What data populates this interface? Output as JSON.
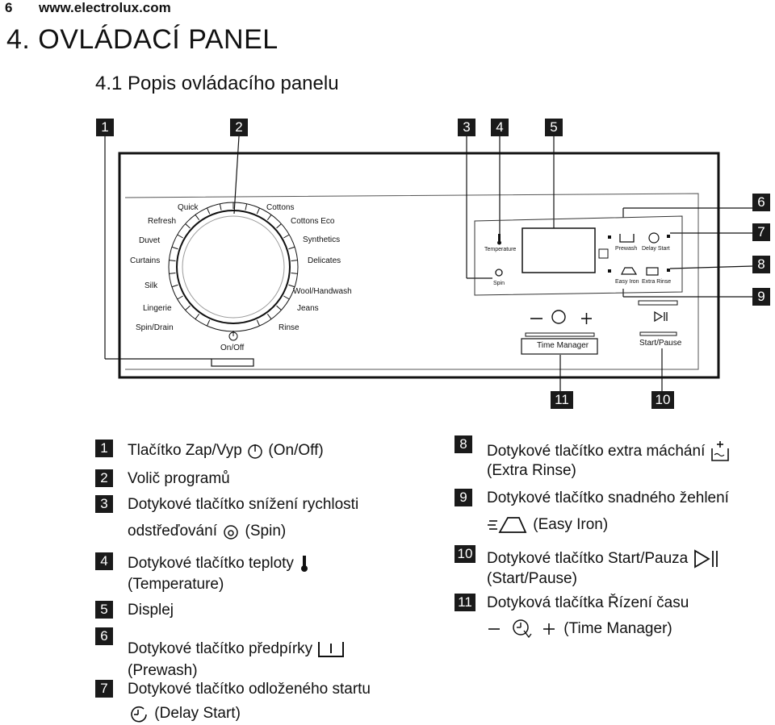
{
  "header": {
    "page_number": "6",
    "url": "www.electrolux.com"
  },
  "section_title": "4. OVLÁDACÍ PANEL",
  "subsection_title": "4.1 Popis ovládacího panelu",
  "callouts": [
    "1",
    "2",
    "3",
    "4",
    "5",
    "6",
    "7",
    "8",
    "9",
    "10",
    "11"
  ],
  "dial_programs": {
    "quick": "Quick",
    "refresh": "Refresh",
    "duvet": "Duvet",
    "curtains": "Curtains",
    "silk": "Silk",
    "lingerie": "Lingerie",
    "spin_drain": "Spin/Drain",
    "cottons": "Cottons",
    "cottons_eco": "Cottons Eco",
    "synthetics": "Synthetics",
    "delicates": "Delicates",
    "wool": "Wool/Handwash",
    "jeans": "Jeans",
    "rinse": "Rinse",
    "on_off": "On/Off"
  },
  "panel_buttons": {
    "temperature": "Temperature",
    "spin": "Spin",
    "prewash": "Prewash",
    "delay_start": "Delay Start",
    "easy_iron": "Easy Iron",
    "extra_rinse": "Extra Rinse",
    "time_manager": "Time Manager",
    "start_pause": "Start/Pause"
  },
  "legend": {
    "item1": {
      "num": "1",
      "text_a": "Tlačítko Zap/Vyp",
      "text_b": "(On/Off)"
    },
    "item2": {
      "num": "2",
      "text": "Volič programů"
    },
    "item3": {
      "num": "3",
      "line1": "Dotykové tlačítko snížení rychlosti",
      "line2a": "odstřeďování",
      "line2b": "(Spin)"
    },
    "item4": {
      "num": "4",
      "line1": "Dotykové tlačítko teploty",
      "line2": "(Temperature)"
    },
    "item5": {
      "num": "5",
      "text": "Displej"
    },
    "item6": {
      "num": "6",
      "line1": "Dotykové tlačítko předpírky",
      "line2": "(Prewash)"
    },
    "item7": {
      "num": "7",
      "line1": "Dotykové tlačítko odloženého startu",
      "line2": "(Delay Start)"
    },
    "item8": {
      "num": "8",
      "line1": "Dotykové tlačítko extra máchání",
      "line2": "(Extra Rinse)"
    },
    "item9": {
      "num": "9",
      "line1": "Dotykové tlačítko snadného žehlení",
      "line2": "(Easy Iron)"
    },
    "item10": {
      "num": "10",
      "line1": "Dotykové tlačítko Start/Pauza",
      "line2": "(Start/Pause)"
    },
    "item11": {
      "num": "11",
      "line1": "Dotyková tlačítka Řízení času",
      "line2": "(Time Manager)"
    }
  }
}
